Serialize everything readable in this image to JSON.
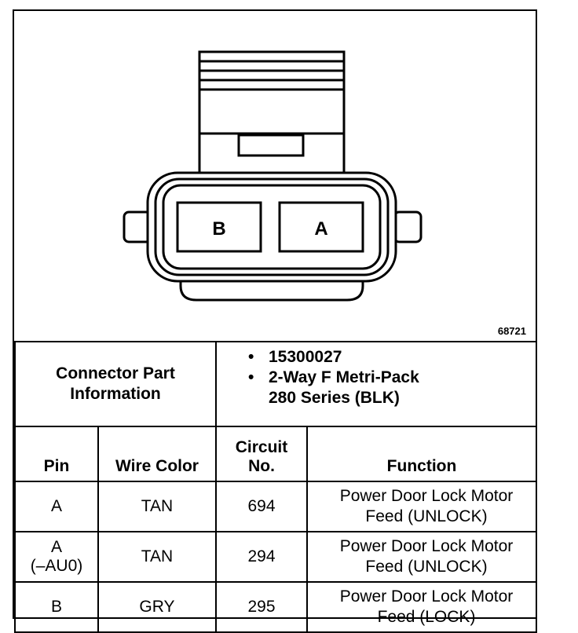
{
  "figure_number": "68721",
  "connector": {
    "cavity_left_label": "B",
    "cavity_right_label": "A"
  },
  "connector_info": {
    "label_line1": "Connector Part",
    "label_line2": "Information",
    "items": [
      "15300027",
      "2-Way F Metri-Pack"
    ],
    "item2_line2": "280 Series (BLK)"
  },
  "table": {
    "headers": {
      "pin": "Pin",
      "wire_color": "Wire Color",
      "circuit_line1": "Circuit",
      "circuit_line2": "No.",
      "function": "Function"
    },
    "rows": [
      {
        "pin": "A",
        "pin_sub": "",
        "wire": "TAN",
        "circuit": "694",
        "func1": "Power Door Lock Motor",
        "func2": "Feed (UNLOCK)"
      },
      {
        "pin": "A",
        "pin_sub": "(–AU0)",
        "wire": "TAN",
        "circuit": "294",
        "func1": "Power Door Lock Motor",
        "func2": "Feed (UNLOCK)"
      },
      {
        "pin": "B",
        "pin_sub": "",
        "wire": "GRY",
        "circuit": "295",
        "func1": "Power Door Lock Motor",
        "func2": "Feed (LOCK)"
      }
    ]
  }
}
